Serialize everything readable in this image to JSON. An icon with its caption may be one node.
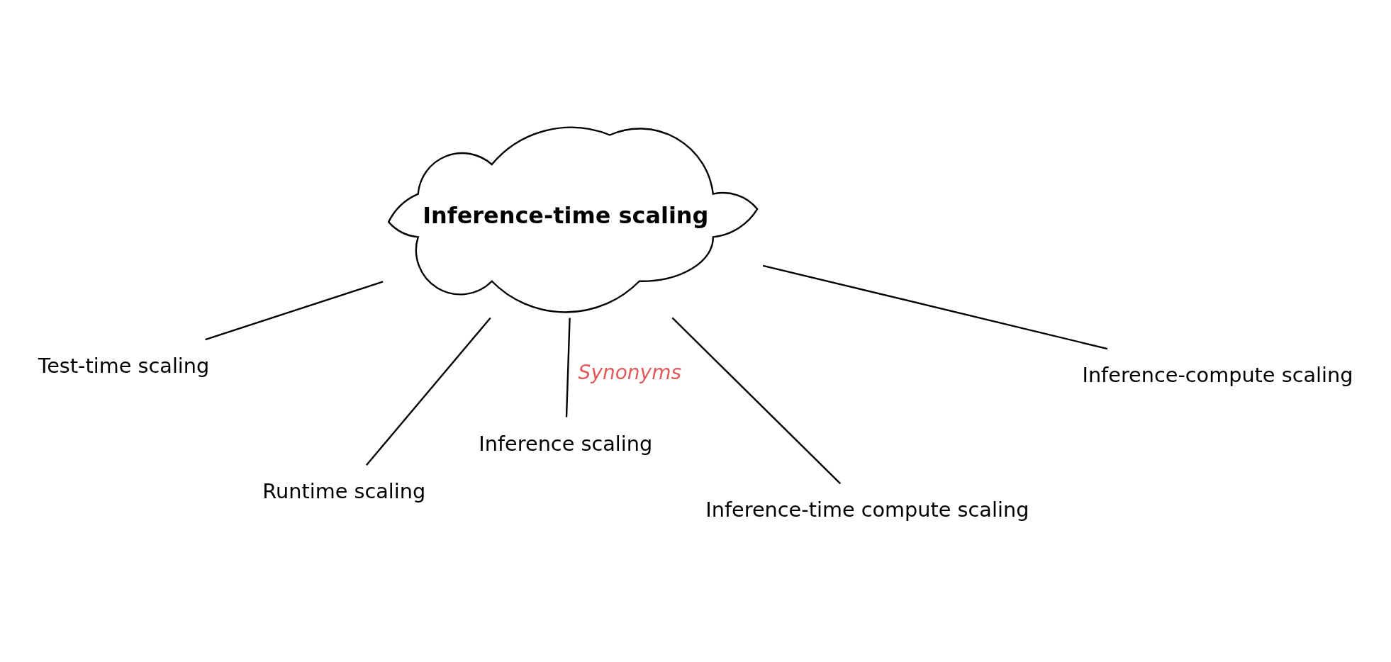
{
  "diagram": {
    "nodes": [
      {
        "text": [
          "Inference-time scaling"
        ]
      },
      {
        "text": [
          "Test-time scaling"
        ]
      },
      {
        "text": [
          "Runtime scaling"
        ]
      },
      {
        "text": [
          "Inference scaling"
        ]
      },
      {
        "text": [
          "Inference-compute scaling"
        ]
      },
      {
        "text": [
          "Inference-time compute scaling"
        ]
      }
    ],
    "edges": [
      {
        "from": 0,
        "to": 1,
        "arrow": "none"
      },
      {
        "from": 0,
        "to": 2,
        "arrow": "none"
      },
      {
        "from": 0,
        "to": 3,
        "arrow": "none"
      },
      {
        "from": 0,
        "to": 5,
        "arrow": "none"
      },
      {
        "from": 0,
        "to": 4,
        "arrow": "none"
      }
    ],
    "labels": [
      "Synonyms"
    ]
  }
}
